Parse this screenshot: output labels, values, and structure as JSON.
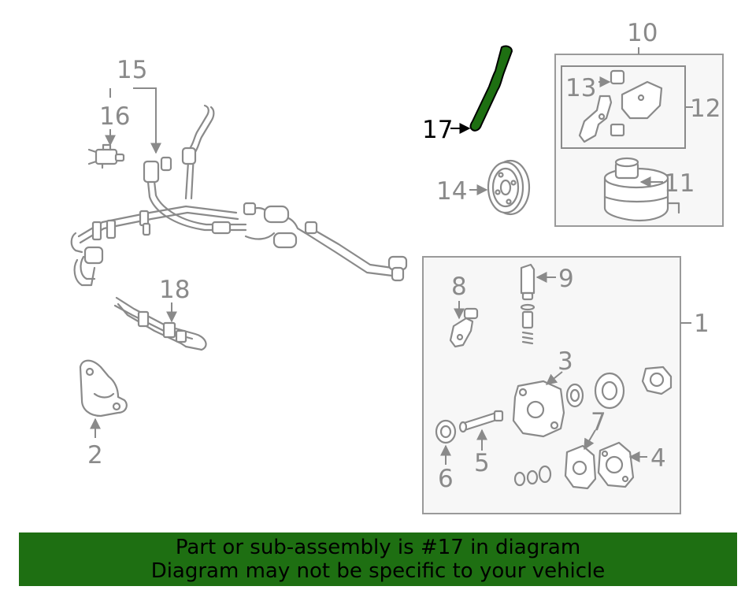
{
  "callouts": {
    "c1": "1",
    "c2": "2",
    "c3": "3",
    "c4": "4",
    "c5": "5",
    "c6": "6",
    "c7": "7",
    "c8": "8",
    "c9": "9",
    "c10": "10",
    "c11": "11",
    "c12": "12",
    "c13": "13",
    "c14": "14",
    "c15": "15",
    "c16": "16",
    "c17": "17",
    "c18": "18"
  },
  "banner": {
    "line1": "Part or sub-assembly is #17 in diagram",
    "line2": "Diagram may not be specific to your vehicle",
    "background_color": "#1e6f12",
    "text_color": "#000000"
  },
  "highlight": {
    "part_number": "17",
    "color": "#1e6f12"
  },
  "colors": {
    "line_art": "#8a8a8a",
    "box_fill": "#f7f7f7"
  }
}
